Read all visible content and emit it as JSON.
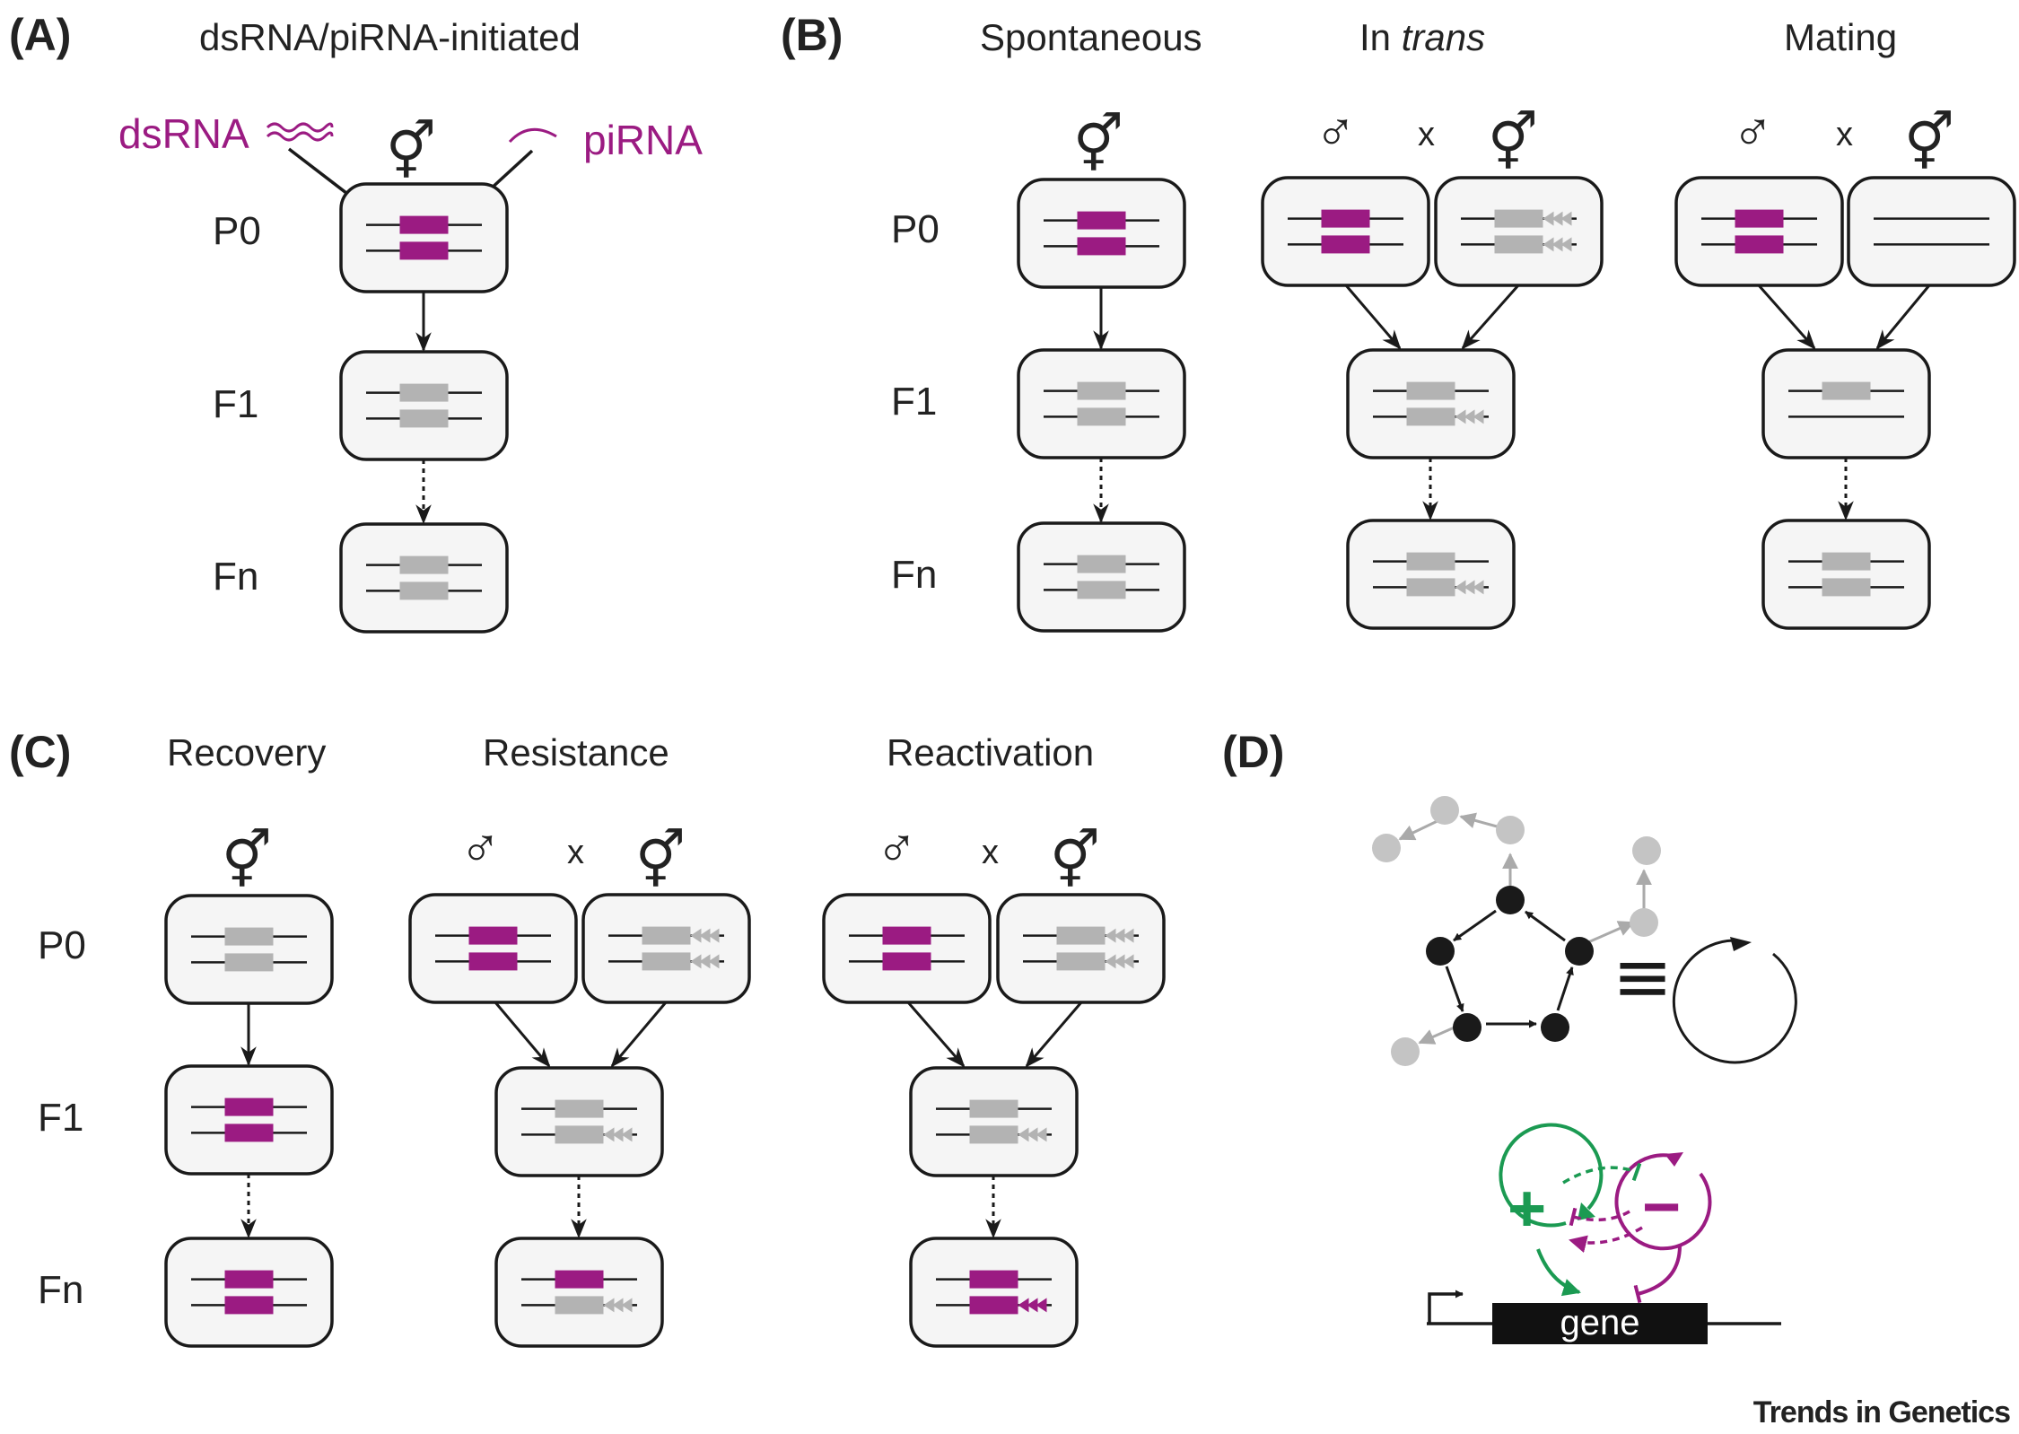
{
  "colors": {
    "magenta": "#9b1b82",
    "gray": "#b3b3b3",
    "green": "#1b9a52",
    "black": "#1a1a1a",
    "graynode": "#c4c4c4"
  },
  "panels": {
    "A": {
      "label": "(A)",
      "title": "dsRNA/piRNA-initiated",
      "dsrna_label": "dsRNA",
      "pirna_label": "piRNA",
      "hermaphrodite_symbol": "⚥",
      "gen_labels": [
        "P0",
        "F1",
        "Fn"
      ]
    },
    "B": {
      "label": "(B)",
      "titles": {
        "spontaneous": "Spontaneous",
        "intrans_pre": "In ",
        "intrans_em": "trans",
        "mating": "Mating"
      },
      "hermaphrodite_symbol": "⚥",
      "male_symbol": "♂",
      "cross_symbol": "x",
      "gen_labels": [
        "P0",
        "F1",
        "Fn"
      ]
    },
    "C": {
      "label": "(C)",
      "titles": [
        "Recovery",
        "Resistance",
        "Reactivation"
      ],
      "hermaphrodite_symbol": "⚥",
      "male_symbol": "♂",
      "cross_symbol": "x",
      "gen_labels": [
        "P0",
        "F1",
        "Fn"
      ]
    },
    "D": {
      "label": "(D)",
      "equiv_symbol": "≡",
      "plus_symbol": "+",
      "minus_symbol": "−",
      "gene_label": "gene"
    }
  },
  "credit": "Trends in Genetics"
}
